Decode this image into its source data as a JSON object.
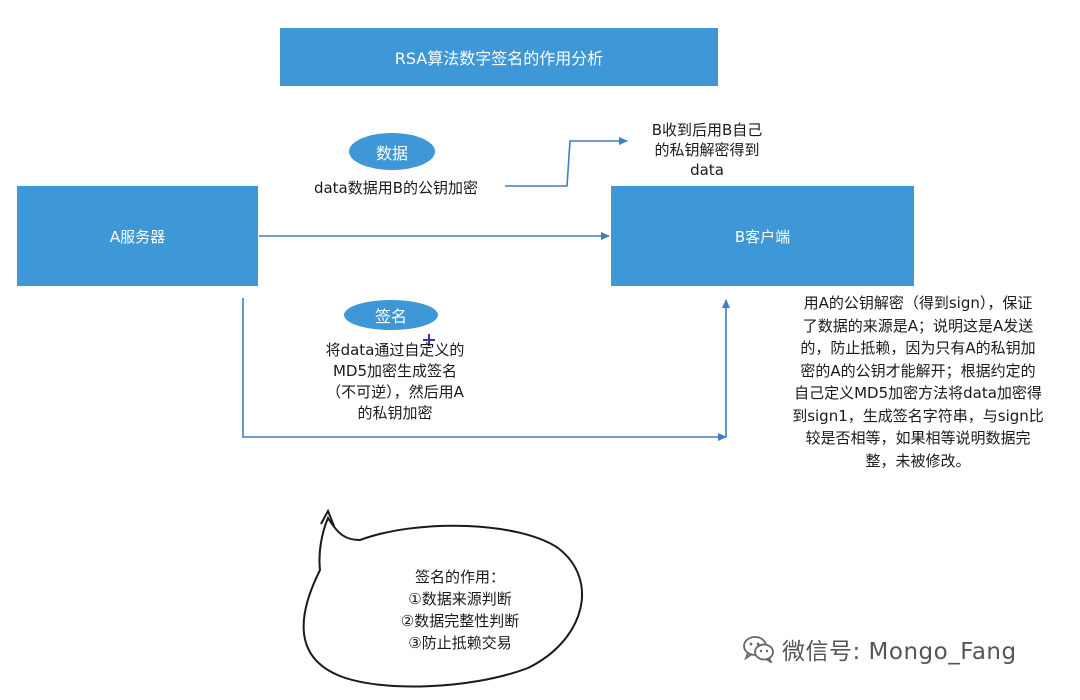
{
  "title": "RSA算法数字签名的作用分析",
  "nodes": {
    "a_server": "A服务器",
    "b_client": "B客户端"
  },
  "ovals": {
    "data": "数据",
    "sign": "签名"
  },
  "data_path": {
    "description": "data数据用B的公钥加密",
    "b_receive_lines": [
      "B收到后用B自己",
      "的私钥解密得到",
      "data"
    ]
  },
  "sign_path": {
    "description_lines": [
      "将data通过自定义的",
      "MD5加密生成签名",
      "（不可逆），然后用A",
      "的私钥加密"
    ]
  },
  "verify_lines": [
    "用A的公钥解密（得到sign），保证",
    "了数据的来源是A；说明这是A发送",
    "的，防止抵赖，因为只有A的私钥加",
    "密的A的公钥才能解开；根据约定的",
    "自己定义MD5加密方法将data加密得",
    "到sign1，生成签名字符串，与sign比",
    "较是否相等，如果相等说明数据完",
    "整，未被修改。"
  ],
  "roles": {
    "heading": "签名的作用：",
    "items": [
      "①数据来源判断",
      "②数据完整性判断",
      "③防止抵赖交易"
    ]
  },
  "watermark": {
    "icon": "wechat-icon",
    "text": "微信号: Mongo_Fang"
  },
  "colors": {
    "box": "#3e97d6",
    "line": "#3e7fc0"
  }
}
